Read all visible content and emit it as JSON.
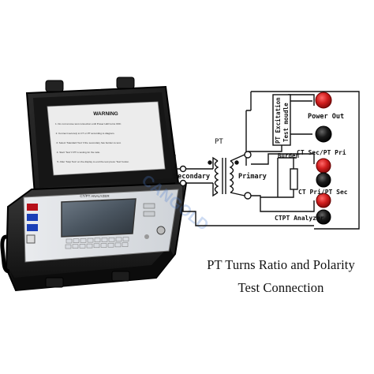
{
  "device": {
    "lid_title": "WARNING",
    "lid_lines": [
      "1. Do not remove test connection until Power LED turns OFF.",
      "2. Connect securely to CT or PT according to diagram.",
      "3. Select 'Standard Test' if the secondary has burden to test.",
      "4. Start 'Test' if PT is testing for the ratio.",
      "5. After 'Stop Test' on the display to end the test press 'Test' button."
    ],
    "panel_label": "CT/PT ANALYZER",
    "brand": "CANGOLD"
  },
  "diagram": {
    "pt_label": "PT",
    "secondary_label": "Secondary",
    "primary_label": "Primary",
    "pt_excitation_line1": "PT Excitation",
    "pt_excitation_line2": "Test moudle",
    "power_out_label": "Power Out",
    "burden_label": "Burden",
    "ct_sec_pt_pri_label": "CT Sec/PT Pri",
    "ct_pri_pt_sec_label": "CT Pri/PT Sec",
    "ctpt_analyzer_label": "CTPT Analyzer"
  },
  "caption": {
    "line1": "PT Turns Ratio and Polarity",
    "line2": "Test Connection"
  },
  "colors": {
    "terminal_red": "#d11e1e",
    "terminal_black": "#111111",
    "case_black": "#1a1a1a"
  }
}
